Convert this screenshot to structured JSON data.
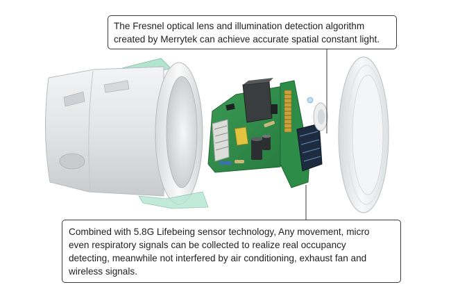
{
  "callouts": {
    "top": {
      "line1": "The Fresnel optical lens and illumination detection algorithm",
      "line2": "created by Merrytek can achieve accurate spatial constant light."
    },
    "bottom": {
      "line1": "Combined with 5.8G Lifebeing sensor technology, Any movement, micro",
      "line2": "even respiratory signals can be collected to realize real occupancy",
      "line3": "detecting, meanwhile not interfered by air conditioning, exhaust fan and",
      "line4": "wireless signals."
    }
  },
  "colors": {
    "housing": "#e4e6e7",
    "pcb": "#2f8a4a",
    "spring_clip": "#9fdcc4",
    "capacitor": "#2b2f2f",
    "relay": "#3a3d3d",
    "connector": "#d7d9d6",
    "cover": "#eef0f1"
  }
}
